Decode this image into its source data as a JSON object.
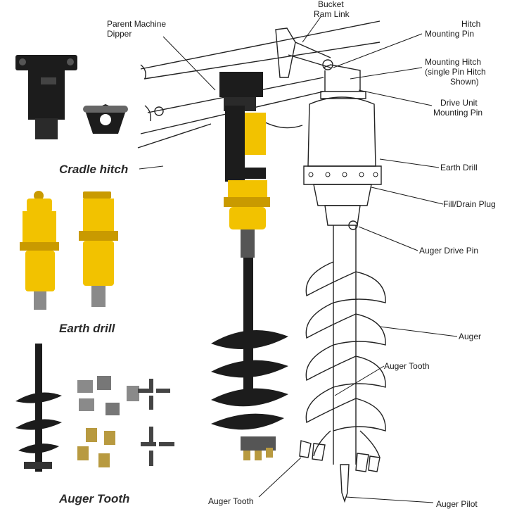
{
  "captions": {
    "cradle_hitch": "Cradle hitch",
    "earth_drill": "Earth drill",
    "auger_tooth": "Auger Tooth"
  },
  "labels": {
    "parent_machine_1": "Parent Machine",
    "parent_machine_2": "Dipper",
    "bucket_ram_1": "Bucket",
    "bucket_ram_2": "Ram Link",
    "hitch_pin_1": "Hitch",
    "hitch_pin_2": "Mounting Pin",
    "mounting_hitch_1": "Mounting Hitch",
    "mounting_hitch_2": "(single Pin Hitch",
    "mounting_hitch_3": "Shown)",
    "drive_unit_1": "Drive Unit",
    "drive_unit_2": "Mounting Pin",
    "earth_drill": "Earth Drill",
    "fill_drain": "Fill/Drain Plug",
    "auger_drive_pin": "Auger Drive Pin",
    "auger": "Auger",
    "auger_tooth_mid": "Auger Tooth",
    "auger_tooth_bottom": "Auger Tooth",
    "auger_pilot": "Auger Pilot"
  },
  "colors": {
    "yellow": "#f2c200",
    "yellow_dark": "#c99a00",
    "black": "#1c1c1c",
    "steel": "#8a8a8a"
  }
}
